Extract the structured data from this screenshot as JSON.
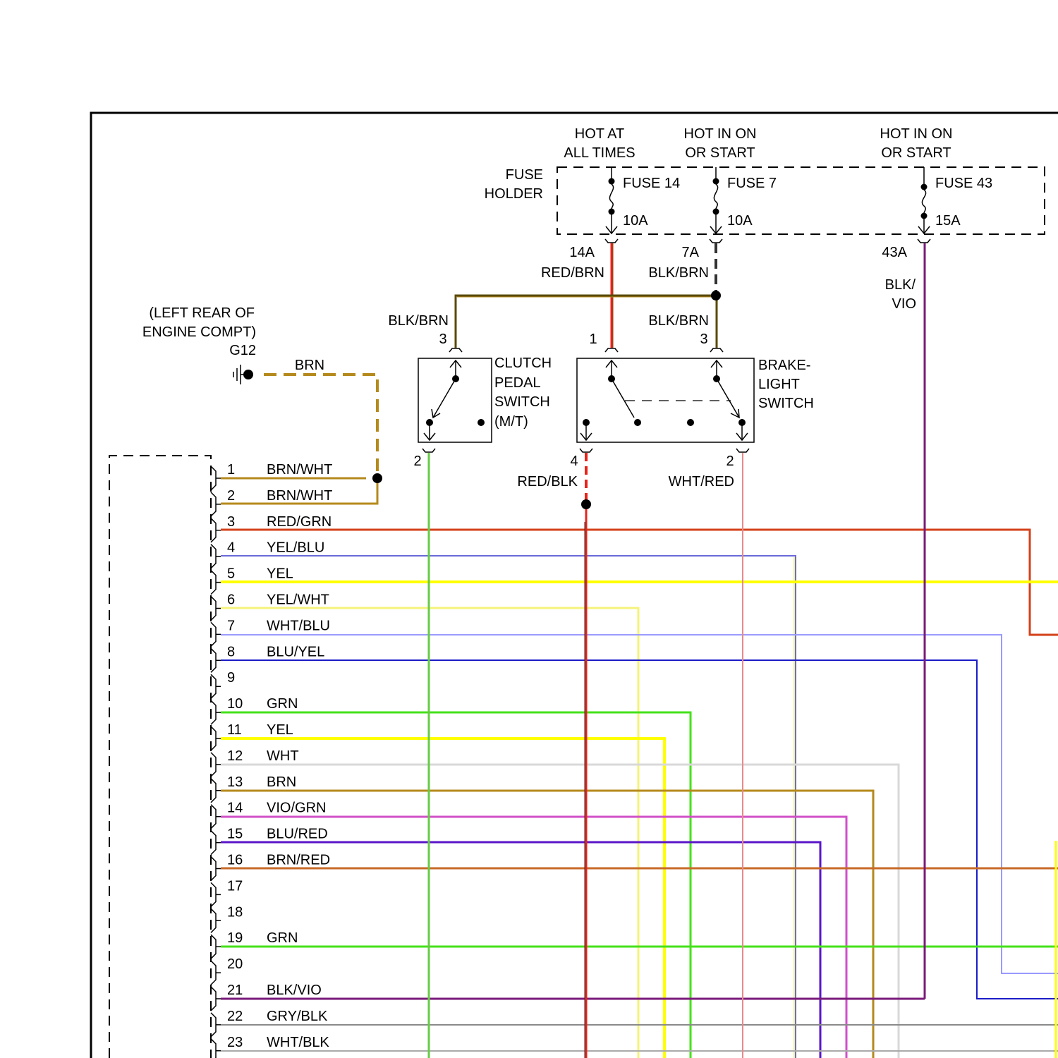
{
  "colors": {
    "BRN": "#b58a1c",
    "BRN_WHT": "#b58a1c",
    "RED": "#e8231a",
    "RED_GRN": "#d4401a",
    "YEL": "#ffff00",
    "YEL_WHT": "#f4f37a",
    "WHT": "#d8d8d8",
    "BLU_YEL": "#1c1cc8",
    "BLU_RED": "#5a16c8",
    "BLU_WHT": "#8888ff",
    "GRN": "#44e21a",
    "GRN_LIGHT": "#66cc44",
    "VIO": "#b418b4",
    "VIO_GRN": "#d050c8",
    "BLK_VIO": "#7a1a7a",
    "BRN_RED": "#c86a28",
    "GRY": "#8a8a8a",
    "BLK": "#333333",
    "WHT_RED": "#e88a8a",
    "BLK_BRN": "#5a4a0a"
  },
  "power": [
    {
      "label": [
        "HOT AT",
        "ALL TIMES"
      ],
      "fuse": "FUSE 14",
      "rating": "10A",
      "terminal": "14A",
      "wire": "RED/BRN"
    },
    {
      "label": [
        "HOT IN ON",
        "OR START"
      ],
      "fuse": "FUSE 7",
      "rating": "10A",
      "terminal": "7A",
      "wire": "BLK/BRN"
    },
    {
      "label": [
        "HOT IN ON",
        "OR START"
      ],
      "fuse": "FUSE 43",
      "rating": "15A",
      "terminal": "43A",
      "wire": [
        "BLK/",
        "VIO"
      ]
    }
  ],
  "fuse_holder": [
    "FUSE",
    "HOLDER"
  ],
  "ground": {
    "location": [
      "(LEFT REAR OF",
      "ENGINE COMPT)"
    ],
    "id": "G12",
    "wire": "BRN"
  },
  "clutch_switch": {
    "name": [
      "CLUTCH",
      "PEDAL",
      "SWITCH",
      "(M/T)"
    ],
    "input_pin": "3",
    "input_wire": "BLK/BRN",
    "output_pin": "2"
  },
  "brake_switch": {
    "name": [
      "BRAKE-",
      "LIGHT",
      "SWITCH"
    ],
    "pin1": "1",
    "pin3": "3",
    "pin3_wire": "BLK/BRN",
    "pin4": "4",
    "pin4_wire": "RED/BLK",
    "pin2": "2",
    "pin2_wire": "WHT/RED"
  },
  "connector_pins": [
    {
      "pin": "1",
      "wire": "BRN/WHT"
    },
    {
      "pin": "2",
      "wire": "BRN/WHT"
    },
    {
      "pin": "3",
      "wire": "RED/GRN"
    },
    {
      "pin": "4",
      "wire": "YEL/BLU"
    },
    {
      "pin": "5",
      "wire": "YEL"
    },
    {
      "pin": "6",
      "wire": "YEL/WHT"
    },
    {
      "pin": "7",
      "wire": "WHT/BLU"
    },
    {
      "pin": "8",
      "wire": "BLU/YEL"
    },
    {
      "pin": "9",
      "wire": ""
    },
    {
      "pin": "10",
      "wire": "GRN"
    },
    {
      "pin": "11",
      "wire": "YEL"
    },
    {
      "pin": "12",
      "wire": "WHT"
    },
    {
      "pin": "13",
      "wire": "BRN"
    },
    {
      "pin": "14",
      "wire": "VIO/GRN"
    },
    {
      "pin": "15",
      "wire": "BLU/RED"
    },
    {
      "pin": "16",
      "wire": "BRN/RED"
    },
    {
      "pin": "17",
      "wire": ""
    },
    {
      "pin": "18",
      "wire": ""
    },
    {
      "pin": "19",
      "wire": "GRN"
    },
    {
      "pin": "20",
      "wire": ""
    },
    {
      "pin": "21",
      "wire": "BLK/VIO"
    },
    {
      "pin": "22",
      "wire": "GRY/BLK"
    },
    {
      "pin": "23",
      "wire": "WHT/BLK"
    }
  ]
}
